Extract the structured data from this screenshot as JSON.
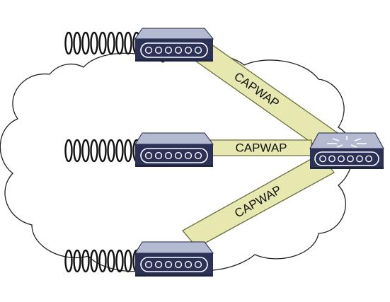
{
  "diagram": {
    "tunnels": [
      {
        "label": "CAPWAP"
      },
      {
        "label": "CAPWAP"
      },
      {
        "label": "CAPWAP"
      }
    ],
    "devices": {
      "access_points": [
        {
          "icon": "access-point-icon"
        },
        {
          "icon": "access-point-icon"
        },
        {
          "icon": "access-point-icon"
        }
      ],
      "controller": {
        "icon": "wireless-lan-controller-icon"
      }
    },
    "colors": {
      "tunnel_fill": "#e6e8b0",
      "tunnel_stroke": "#6b6d3c",
      "device_top": "#b3bad2",
      "device_front": "#2c3257",
      "device_side": "#1f2440",
      "cloud_stroke": "#222222"
    }
  }
}
